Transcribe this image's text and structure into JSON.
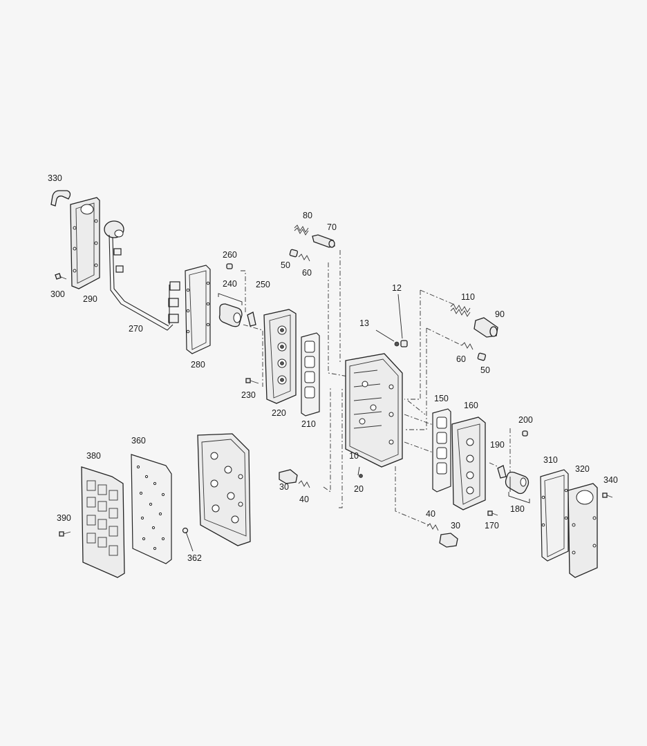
{
  "callouts": {
    "c330": "330",
    "c300": "300",
    "c290": "290",
    "c270": "270",
    "c280": "280",
    "c260": "260",
    "c240": "240",
    "c250": "250",
    "c230": "230",
    "c220": "220",
    "c210": "210",
    "c80": "80",
    "c70": "70",
    "c50a": "50",
    "c60a": "60",
    "c12": "12",
    "c13": "13",
    "c110": "110",
    "c90": "90",
    "c60b": "60",
    "c50b": "50",
    "c150": "150",
    "c160": "160",
    "c200": "200",
    "c190": "190",
    "c10": "10",
    "c20": "20",
    "c30a": "30",
    "c40a": "40",
    "c180": "180",
    "c310": "310",
    "c320": "320",
    "c340": "340",
    "c170": "170",
    "c40b": "40",
    "c30b": "30",
    "c380": "380",
    "c360": "360",
    "c390": "390",
    "c362": "362"
  }
}
